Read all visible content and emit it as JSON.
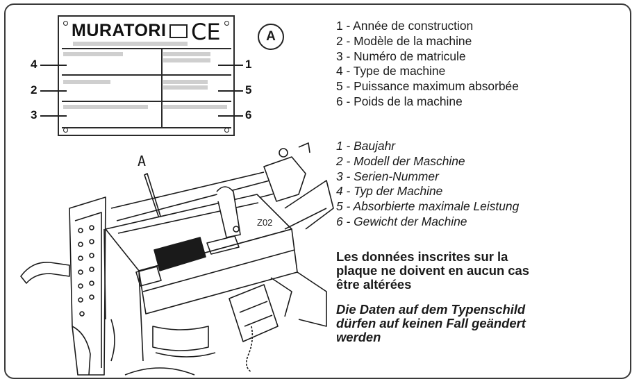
{
  "plate": {
    "brand": "MURATORI",
    "ce_mark": "CE",
    "callouts": [
      "1",
      "2",
      "3",
      "4",
      "5",
      "6"
    ]
  },
  "view_marker": "A",
  "arrow_label": "A",
  "figure_code": "Z02",
  "legend_fr": [
    "1 - Année de construction",
    "2 - Modèle de la machine",
    "3 - Numéro de matricule",
    "4 - Type de machine",
    "5 - Puissance maximum absorbée",
    "6 - Poids de la machine"
  ],
  "legend_de": [
    "1 - Baujahr",
    "2 - Modell der Maschine",
    "3 - Serien-Nummer",
    "4 - Typ der Machine",
    "5 - Absorbierte maximale Leistung",
    "6 - Gewicht der Machine"
  ],
  "warning_fr": [
    "Les données inscrites sur la",
    "plaque ne doivent en aucun cas",
    "être altérées"
  ],
  "warning_de": [
    "Die Daten auf dem Typenschild",
    "dürfen auf keinen Fall geändert",
    "werden"
  ]
}
